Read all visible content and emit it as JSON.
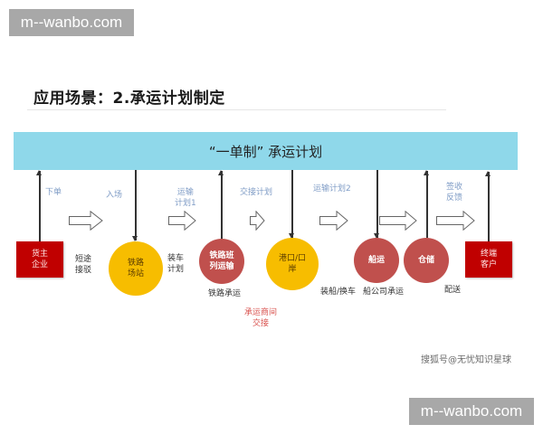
{
  "watermarks": {
    "top": "m--wanbo.com",
    "bottom": "m--wanbo.com"
  },
  "header": {
    "title": "应用场景：2.承运计划制定"
  },
  "banner": {
    "label": "“一单制” 承运计划",
    "color": "#8fd8ea"
  },
  "flow_labels": {
    "order": "下单",
    "enter": "入场",
    "transport_plan_1_line1": "运输",
    "transport_plan_1_line2": "计划1",
    "handover_plan": "交接计划",
    "transport_plan_2": "运输计划2",
    "sign_line1": "签收",
    "sign_line2": "反馈"
  },
  "nodes": {
    "shipper": {
      "line1": "货主",
      "line2": "企业",
      "color": "#c00000"
    },
    "rail_station": {
      "line1": "铁路",
      "line2": "场站",
      "color": "#f7bd00"
    },
    "rail_train": {
      "line1": "铁路班",
      "line2": "列运输",
      "color": "#c0504d"
    },
    "port": {
      "line1": "港口/口",
      "line2": "岸",
      "color": "#f7bd00"
    },
    "shipping": {
      "line1": "船运",
      "color": "#c0504d"
    },
    "warehouse": {
      "line1": "仓储",
      "color": "#c0504d"
    },
    "customer": {
      "line1": "终端",
      "line2": "客户",
      "color": "#c00000"
    }
  },
  "annotations": {
    "short_haul_line1": "短途",
    "short_haul_line2": "接驳",
    "loading_plan_line1": "装车",
    "loading_plan_line2": "计划",
    "rail_carrier": "铁路承运",
    "carrier_handover_line1": "承运商间",
    "carrier_handover_line2": "交接",
    "ship_transfer": "装船/换车",
    "shipping_company": "船公司承运",
    "delivery": "配送"
  },
  "footer": {
    "credit": "搜狐号@无忧知识星球"
  }
}
